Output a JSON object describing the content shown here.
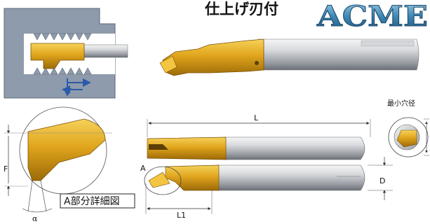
{
  "header": {
    "jp_title": "仕上げ刃付",
    "brand": "ACME"
  },
  "labels": {
    "min_hole_dia": "最小穴径",
    "length_total": "L",
    "length_l1": "L1",
    "dia_d": "D",
    "detail_a": "A",
    "detail_f": "F",
    "angle_alpha": "α",
    "detail_box": "A部分詳細図"
  },
  "colors": {
    "gold": "#e0a51c",
    "gold_dark": "#a8730a",
    "steel_light": "#e2e4e6",
    "steel_dark": "#7c8086",
    "fixture_gray": "#8c99aa",
    "brand_blue": "#2d6f99",
    "arrow_blue": "#2c5aa8"
  }
}
